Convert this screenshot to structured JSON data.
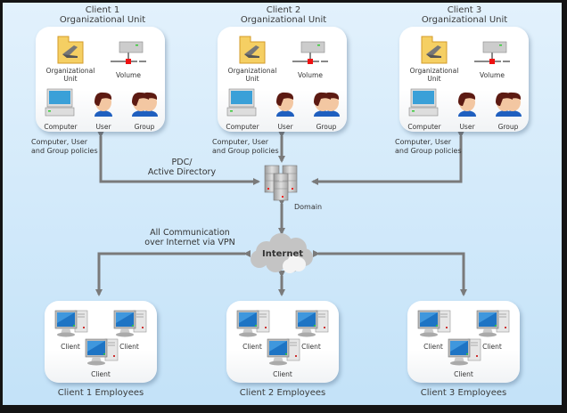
{
  "ou_groups": [
    {
      "title_line1": "Client 1",
      "title_line2": "Organizational Unit"
    },
    {
      "title_line1": "Client 2",
      "title_line2": "Organizational Unit"
    },
    {
      "title_line1": "Client 3",
      "title_line2": "Organizational Unit"
    }
  ],
  "ou_item_labels": {
    "ou_line1": "Organizational",
    "ou_line2": "Unit",
    "volume": "Volume",
    "computer": "Computer",
    "user": "User",
    "group": "Group"
  },
  "policies_note": {
    "line1": "Computer, User",
    "line2": "and Group policies"
  },
  "pdc_note": {
    "line1": "PDC/",
    "line2": "Active Directory"
  },
  "domain_label": "Domain",
  "vpn_note": {
    "line1": "All Communication",
    "line2": "over Internet via VPN"
  },
  "internet_label": "Internet",
  "employee_groups": [
    {
      "title": "Client 1 Employees"
    },
    {
      "title": "Client 2 Employees"
    },
    {
      "title": "Client 3 Employees"
    }
  ],
  "client_label": "Client",
  "colors": {
    "connector": "#7a7a7a",
    "background_top": "#e2f1fc",
    "background_bottom": "#c3e2f8"
  }
}
